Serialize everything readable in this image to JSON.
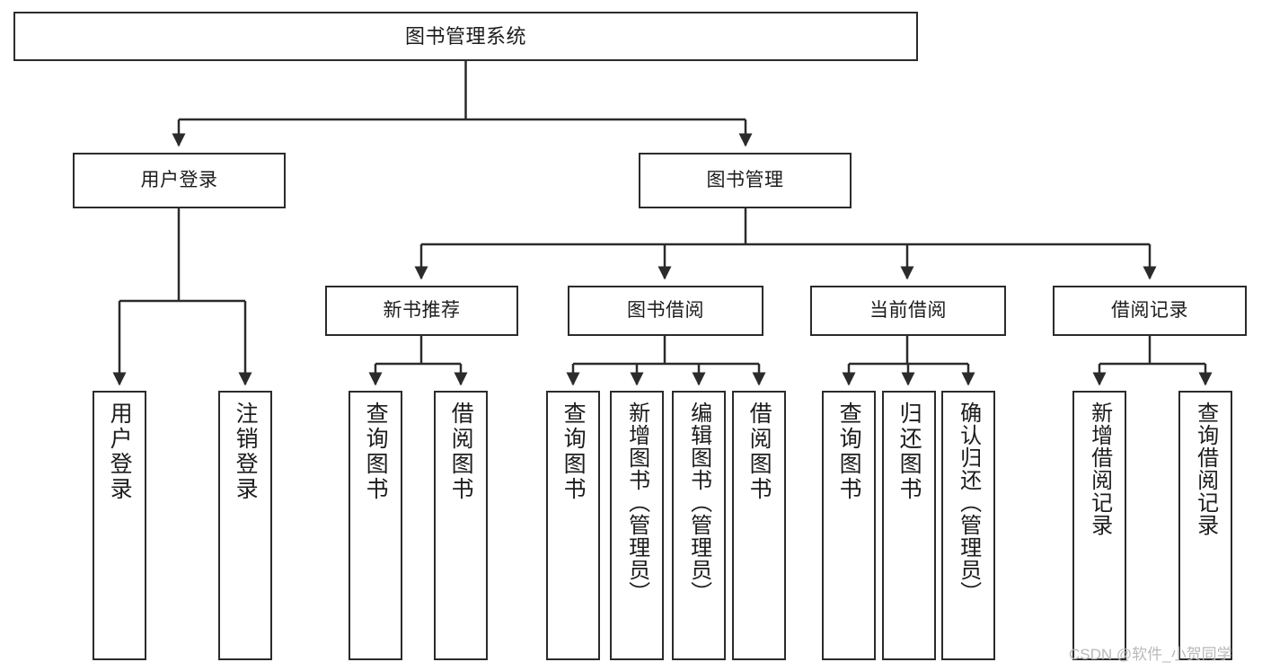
{
  "diagram": {
    "title": "图书管理系统",
    "type": "hierarchy-tree",
    "levels": 4,
    "nodes": {
      "root": {
        "label": "图书管理系统"
      },
      "level2": [
        {
          "id": "user-login",
          "label": "用户登录"
        },
        {
          "id": "book-manage",
          "label": "图书管理"
        }
      ],
      "level3": [
        {
          "id": "new-book-rec",
          "label": "新书推荐"
        },
        {
          "id": "book-borrow",
          "label": "图书借阅"
        },
        {
          "id": "current-borrow",
          "label": "当前借阅"
        },
        {
          "id": "borrow-record",
          "label": "借阅记录"
        }
      ],
      "leaves": [
        {
          "id": "user-login-leaf",
          "label": "用户登录",
          "parent": "user-login"
        },
        {
          "id": "user-logout",
          "label": "注销登录",
          "parent": "user-login"
        },
        {
          "id": "query-book-1",
          "label": "查询图书",
          "parent": "new-book-rec"
        },
        {
          "id": "borrow-book-1",
          "label": "借阅图书",
          "parent": "new-book-rec"
        },
        {
          "id": "query-book-2",
          "label": "查询图书",
          "parent": "book-borrow"
        },
        {
          "id": "add-book",
          "label": "新增图书（管理员）",
          "parent": "book-borrow"
        },
        {
          "id": "edit-book",
          "label": "编辑图书（管理员）",
          "parent": "book-borrow"
        },
        {
          "id": "borrow-book-2",
          "label": "借阅图书",
          "parent": "book-borrow"
        },
        {
          "id": "query-book-3",
          "label": "查询图书",
          "parent": "current-borrow"
        },
        {
          "id": "return-book",
          "label": "归还图书",
          "parent": "current-borrow"
        },
        {
          "id": "confirm-return",
          "label": "确认归还（管理员）",
          "parent": "current-borrow"
        },
        {
          "id": "add-record",
          "label": "新增借阅记录",
          "parent": "borrow-record"
        },
        {
          "id": "query-record",
          "label": "查询借阅记录",
          "parent": "borrow-record"
        }
      ]
    },
    "colors": {
      "stroke": "#2b2b2b",
      "fill": "#ffffff",
      "text": "#1c1c1c",
      "watermark": "#b9b9b9"
    }
  },
  "watermark": {
    "text": "CSDN @软件_小贺同学"
  }
}
